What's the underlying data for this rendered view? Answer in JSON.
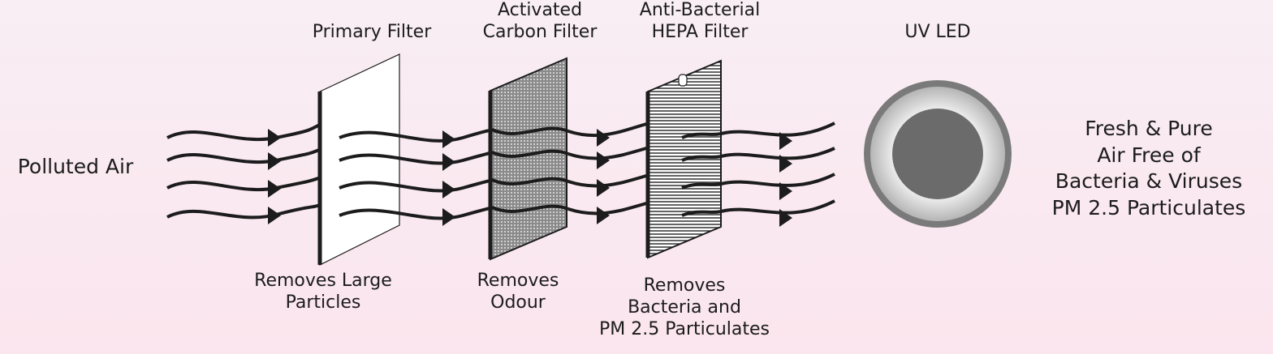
{
  "input_label": "Polluted Air",
  "output_label": "Fresh & Pure\nAir Free of\nBacteria & Viruses\nPM 2.5 Particulates",
  "stages": [
    {
      "name": "Primary Filter",
      "effect": "Removes Large\nParticles"
    },
    {
      "name": "Activated\nCarbon Filter",
      "effect": "Removes\nOdour"
    },
    {
      "name": "Anti-Bacterial\nHEPA Filter",
      "effect": "Removes\nBacteria and\nPM 2.5 Particulates"
    },
    {
      "name": "UV LED"
    }
  ],
  "colors": {
    "ink": "#1c1c1c",
    "carbon_fill": "#8a8a8a",
    "uv_ring": "#7a7a7a",
    "uv_core": "#6b6b6b",
    "background": "#f9e9f0"
  }
}
